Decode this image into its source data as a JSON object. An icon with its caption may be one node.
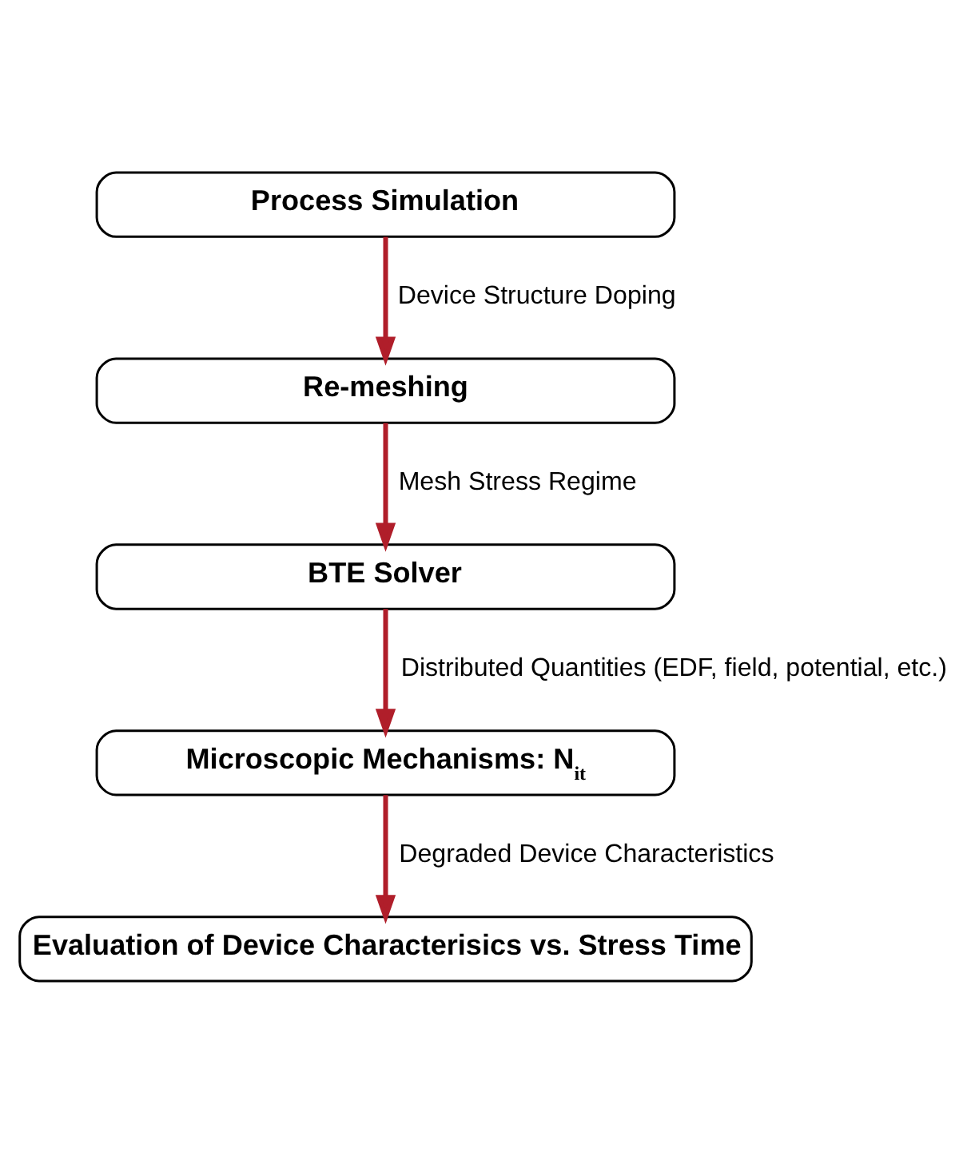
{
  "diagram": {
    "nodes": [
      {
        "text": [
          "Process Simulation"
        ]
      },
      {
        "text": [
          "Re-meshing"
        ]
      },
      {
        "text": [
          "BTE Solver"
        ]
      },
      {
        "text": [
          "Microscopic Mechanisms: N$_{it}$"
        ]
      },
      {
        "text": [
          "Evaluation of Device Characterisics vs. Stress Time"
        ]
      }
    ],
    "edges": [
      {
        "from": 0,
        "to": 1,
        "arrow": "to",
        "label": "Device Structure Doping"
      },
      {
        "from": 1,
        "to": 2,
        "arrow": "to",
        "label": "Mesh Stress Regime"
      },
      {
        "from": 2,
        "to": 3,
        "arrow": "to",
        "label": "Distributed Quantities (EDF, field, potential, etc.)"
      },
      {
        "from": 3,
        "to": 4,
        "arrow": "to",
        "label": "Degraded Device Characteristics"
      }
    ]
  }
}
